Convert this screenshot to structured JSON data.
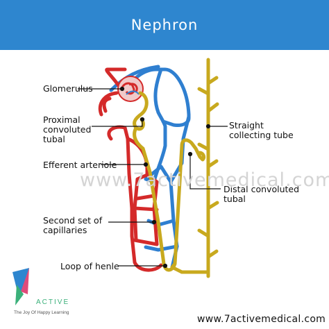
{
  "header": {
    "title": "Nephron"
  },
  "labels": {
    "glomerulus": "Glomerulus",
    "proximal": [
      "Proximal",
      "convoluted",
      "tubal"
    ],
    "efferent": "Efferent arteriole",
    "second": [
      "Second set of",
      "capillaries"
    ],
    "loop": "Loop of henle",
    "straight": [
      "Straight",
      "collecting tube"
    ],
    "distal": [
      "Distal convoluted",
      "tubal"
    ]
  },
  "watermark": "www.7activemedical.com",
  "footer": {
    "url": "www.7activemedical.com",
    "brand": "ACTIVE",
    "tagline": "The Joy Of Happy Learning"
  },
  "colors": {
    "header": "#2e86cf",
    "artery": "#d42a2a",
    "vein": "#2f7fd0",
    "tubule": "#c8a91e"
  }
}
